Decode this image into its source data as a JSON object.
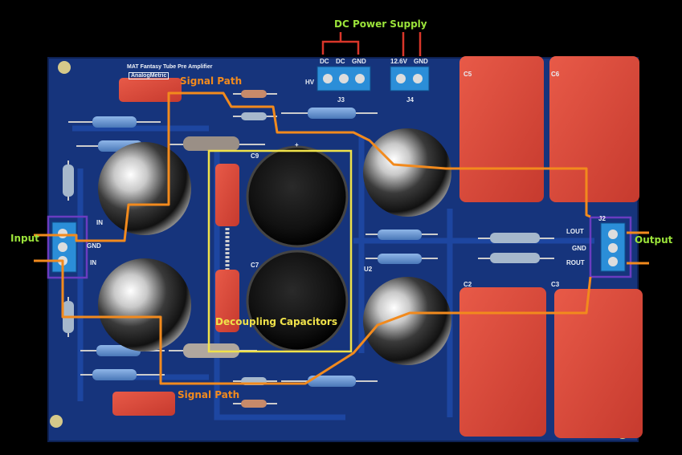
{
  "annotations": {
    "power": "DC Power Supply",
    "signal_top": "Signal Path",
    "signal_bottom": "Signal Path",
    "input": "Input",
    "output": "Output",
    "decoupling": "Decoupling Capacitors"
  },
  "board": {
    "title": "MAT Fantasy Tube Pre Amplifier",
    "brand": "AnalogMetric",
    "hv": "HV",
    "j3_pins": [
      "DC",
      "DC",
      "GND"
    ],
    "j4_pins": [
      "12.6V",
      "GND"
    ],
    "j3": "J3",
    "j4": "J4",
    "j2": "J2",
    "input_pins": [
      "IN",
      "GND",
      "IN"
    ],
    "output_pins": [
      "LOUT",
      "GND",
      "ROUT"
    ],
    "cap_labels": [
      "C5",
      "C6",
      "C2",
      "C3",
      "C9",
      "C7"
    ],
    "tube_labels": [
      "U2"
    ],
    "plus": "+"
  },
  "colors": {
    "pcb": "#16347c",
    "signal": "#f28a1d",
    "power_wire": "#d9362a",
    "box_yellow": "#f0e24a",
    "box_purple": "#6a3cc0",
    "cap_red": "#d8453a"
  }
}
